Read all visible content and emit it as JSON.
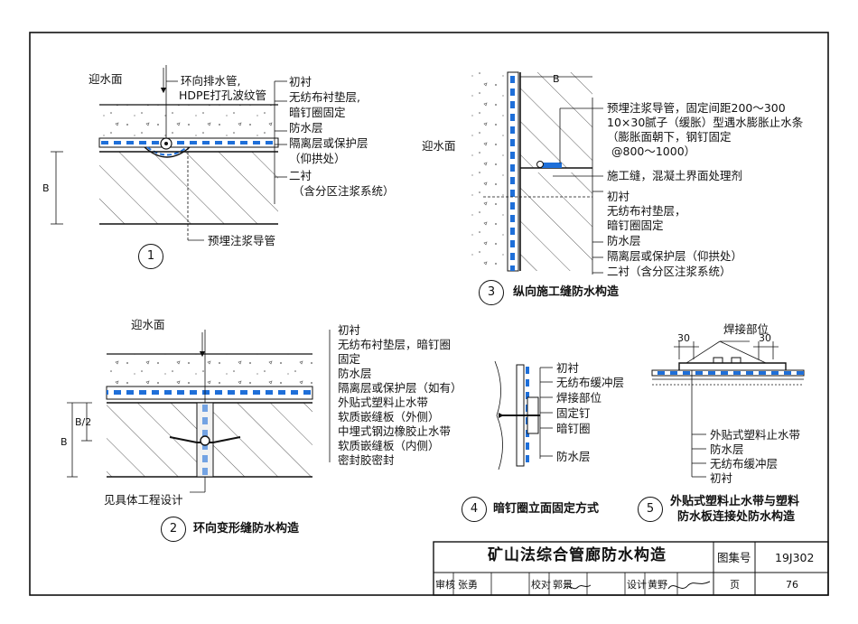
{
  "d1": {
    "water_face": "迎水面",
    "pipe_label_1": "环向排水管,",
    "pipe_label_2": "HDPE打孔波纹管",
    "layers": [
      "初衬",
      "无纺布衬垫层,",
      "暗钉圈固定",
      "防水层",
      "隔离层或保护层",
      "（仰拱处）",
      "二衬",
      "（含分区注浆系统）"
    ],
    "grout_pipe": "预埋注浆导管",
    "dim": "B",
    "number": "1"
  },
  "d2": {
    "water_face": "迎水面",
    "layers": [
      "初衬",
      "无纺布衬垫层，暗钉圈",
      "固定",
      "防水层",
      "隔离层或保护层（如有）",
      "外贴式塑料止水带",
      "软质嵌缝板（外侧）",
      "中埋式钢边橡胶止水带",
      "软质嵌缝板（内侧）",
      "密封胶密封"
    ],
    "note": "见具体工程设计",
    "dim_b": "B",
    "dim_b2": "B/2",
    "number": "2",
    "caption": "环向变形缝防水构造"
  },
  "d3": {
    "water_face": "迎水面",
    "dim": "B",
    "notes": [
      "预埋注浆导管，固定间距200～300",
      "10×30腻子（缓胀）型遇水膨胀止水条",
      "（膨胀面朝下，钢钉固定",
      "@800～1000）"
    ],
    "joint": "施工缝，混凝土界面处理剂",
    "layers": [
      "初衬",
      "无纺布衬垫层，",
      "暗钉圈固定",
      "防水层",
      "隔离层或保护层（仰拱处）",
      "二衬（含分区注浆系统）"
    ],
    "number": "3",
    "caption": "纵向施工缝防水构造"
  },
  "d4": {
    "labels": [
      "初衬",
      "无纺布缓冲层",
      "焊接部位",
      "固定钉",
      "暗钉圈",
      "防水层"
    ],
    "number": "4",
    "caption": "暗钉圈立面固定方式"
  },
  "d5": {
    "weld": "焊接部位",
    "dim_left": "30",
    "dim_right": "30",
    "labels": [
      "外贴式塑料止水带",
      "防水层",
      "无纺布缓冲层",
      "初衬"
    ],
    "number": "5",
    "caption_1": "外贴式塑料止水带与塑料",
    "caption_2": "防水板连接处防水构造"
  },
  "title_block": {
    "title": "矿山法综合管廊防水构造",
    "atlas_label": "图集号",
    "atlas_no": "19J302",
    "review_label": "审核",
    "reviewer": "张勇",
    "check_label": "校对",
    "checker": "郭景",
    "design_label": "设计",
    "designer": "黄野",
    "page_label": "页",
    "page_no": "76"
  }
}
